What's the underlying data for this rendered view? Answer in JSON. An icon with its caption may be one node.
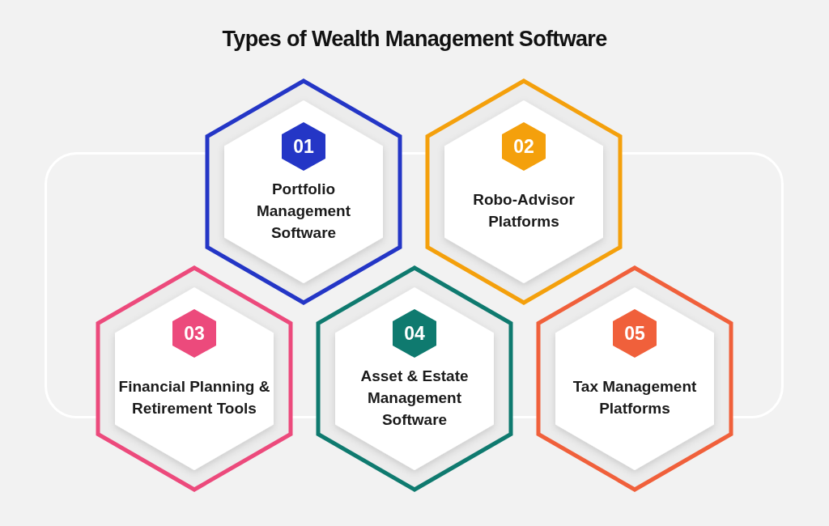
{
  "diagram": {
    "title": "Types of Wealth Management Software",
    "nodes": [
      {
        "text": [
          "Portfolio Management Software"
        ]
      },
      {
        "text": [
          "01"
        ],
        "in": 0
      },
      {
        "text": [
          "Robo-Advisor Platforms"
        ]
      },
      {
        "text": [
          "02"
        ],
        "in": 2
      },
      {
        "text": [
          "Financial Planning & Retirement Tools"
        ]
      },
      {
        "text": [
          "03"
        ],
        "in": 4
      },
      {
        "text": [
          "Asset & Estate Management Software"
        ]
      },
      {
        "text": [
          "04"
        ],
        "in": 6
      },
      {
        "text": [
          "Tax Management Platforms"
        ]
      },
      {
        "text": [
          "05"
        ],
        "in": 8
      }
    ]
  }
}
